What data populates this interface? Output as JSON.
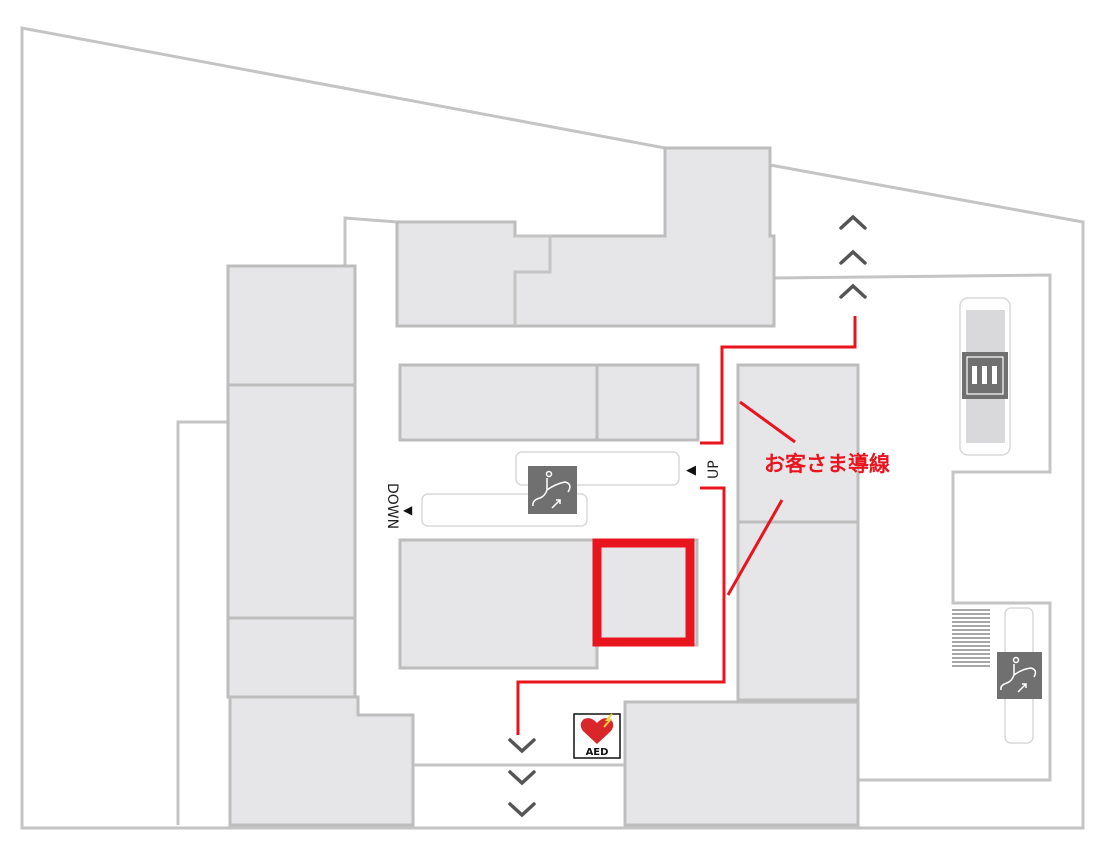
{
  "route_label": "お客さま導線",
  "escalator_up_label": "UP",
  "escalator_down_label": "DOWN",
  "aed_label": "AED",
  "colors": {
    "route": "#e8141e",
    "block": "#e6e6e8",
    "icon": "#707070",
    "highlight": "#e8141e"
  },
  "icons": [
    "escalator-icon",
    "elevator-icon",
    "aed-icon",
    "chevron-up-icon",
    "chevron-down-icon",
    "stairs-icon"
  ]
}
